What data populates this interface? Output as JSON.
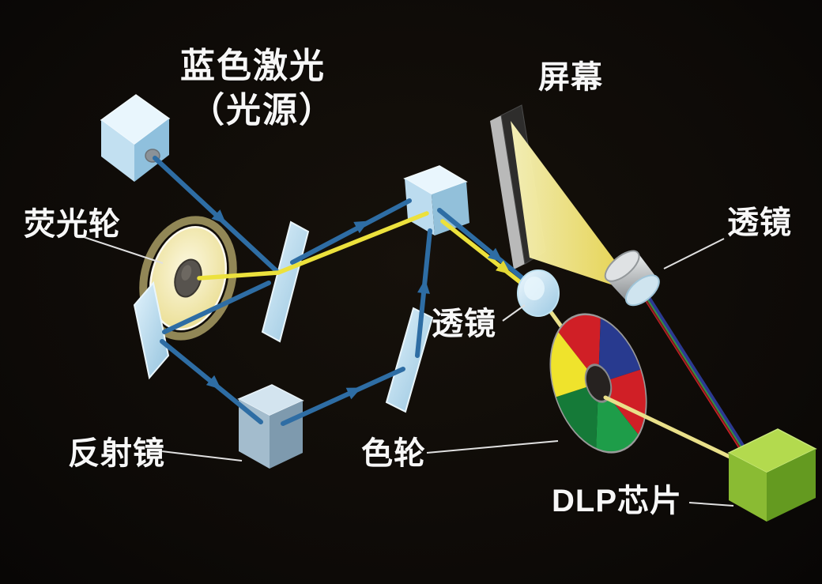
{
  "labels": {
    "laser_line1": "蓝色激光",
    "laser_line2": "（光源）",
    "screen": "屏幕",
    "phosphor_wheel": "荧光轮",
    "lens_center": "透镜",
    "lens_right": "透镜",
    "mirror": "反射镜",
    "color_wheel": "色轮",
    "dlp_chip": "DLP芯片"
  },
  "colors": {
    "background": "#0d0a07",
    "beam_blue": "#2e6da4",
    "beam_yellow": "#ece13c",
    "beam_yellow_pale": "#e9e08a",
    "glass_blue": "#bfe0f2",
    "screen_face": "#2e2d2c",
    "cone_yellow": "#f2e565",
    "chip_green": "#8abb33",
    "wheel_segments": [
      "#d01f26",
      "#283a8f",
      "#d01f26",
      "#1e9d49",
      "#157a38",
      "#efe32c"
    ],
    "ray_colors": [
      "#d42027",
      "#7a1f1f",
      "#2f9e41",
      "#2c3a92"
    ]
  }
}
